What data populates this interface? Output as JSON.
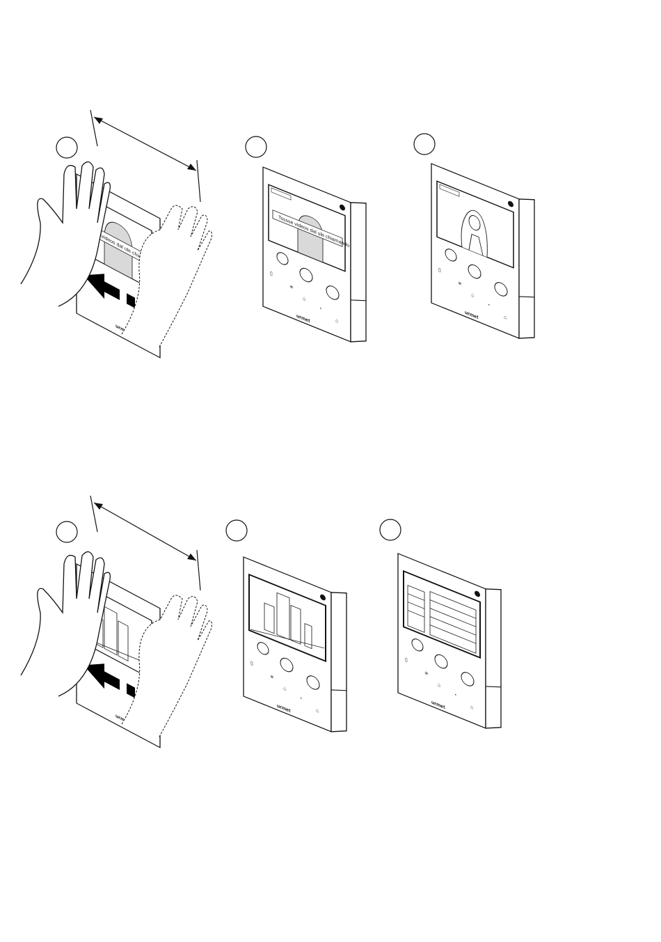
{
  "figure": {
    "rows": [
      {
        "name": "row-incoming-call",
        "steps": [
          {
            "label": "",
            "screen": "unanswered-list",
            "banner": "Tsssse videos dal ule chiamando"
          },
          {
            "label": "",
            "screen": "unanswered-list",
            "banner": "Tsssse videos dal ule chiamando"
          },
          {
            "label": "",
            "screen": "caller-video",
            "banner": ""
          }
        ]
      },
      {
        "name": "row-camera-cycle",
        "steps": [
          {
            "label": "",
            "screen": "street-camera",
            "banner": ""
          },
          {
            "label": "",
            "screen": "street-camera",
            "banner": ""
          },
          {
            "label": "",
            "screen": "garage-camera",
            "banner": ""
          }
        ]
      }
    ],
    "gesture": "swipe-left",
    "brand": "Urmet"
  },
  "colors": {
    "line": "#111111",
    "screen_fill": "#ffffff",
    "silhouette": "#d9d9d9",
    "arrow": "#000000"
  }
}
